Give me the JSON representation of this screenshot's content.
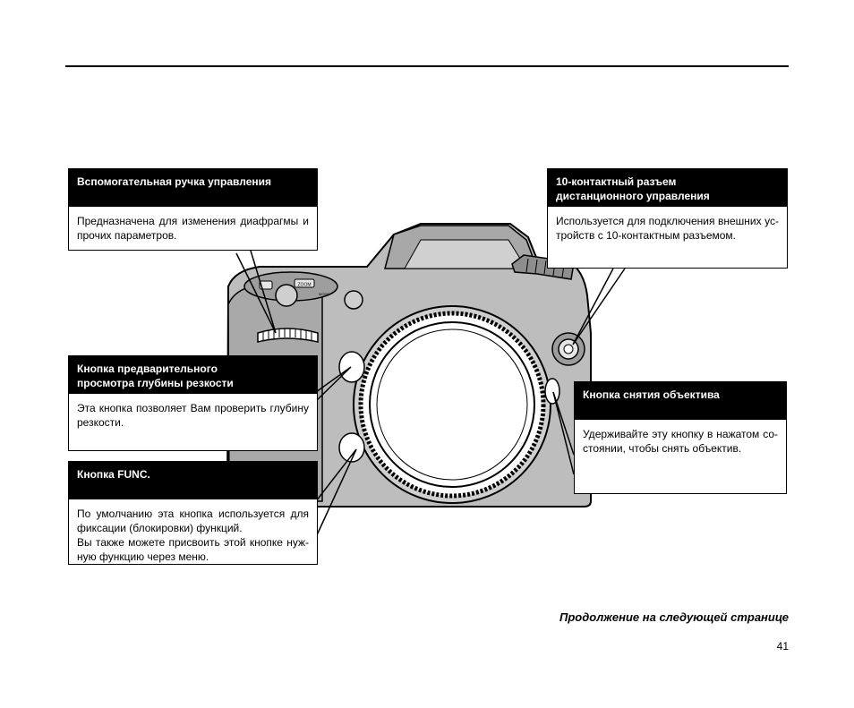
{
  "callouts": {
    "sub_command_dial": {
      "title": "Вспомогательная ручка управления",
      "text": "Предназначена для изменения диафрагмы и прочих параметров."
    },
    "remote_terminal": {
      "title_line1": "10-контактный разъем",
      "title_line2": "дистанционного управления",
      "text": "Используется для подключения внешних ус-тройств с 10-контактным разъемом."
    },
    "depth_of_field_button": {
      "title_line1": "Кнопка предварительного",
      "title_line2": "просмотра глубины резкости",
      "text": "Эта кнопка позволяет Вам проверить глубину резкости."
    },
    "lens_release_button": {
      "title": "Кнопка снятия объектива",
      "text": "Удерживайте эту кнопку в нажатом со-стоянии, чтобы снять объектив."
    },
    "func_button": {
      "title": "Кнопка FUNC.",
      "text_line1": "По умолчанию эта кнопка используется для фиксации (блокировки) функций.",
      "text_line2": "Вы также можете присвоить этой кнопке нуж-ную функцию через меню."
    }
  },
  "camera_labels": {
    "zoom": "ZOOM",
    "mode": "MODE"
  },
  "footer": {
    "continue_note": "Продолжение на следующей странице",
    "page_number": "41"
  }
}
